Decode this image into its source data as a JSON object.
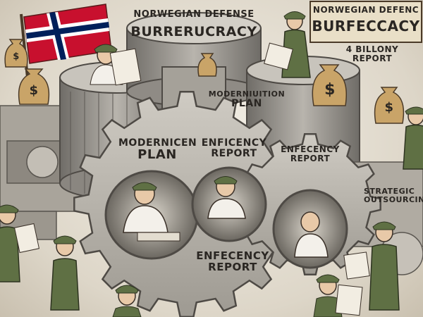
{
  "labels": {
    "tower_banner_line1": "NORWEGIAN DEFENSE",
    "tower_banner_line2": "BURRERUCRACY",
    "sign_line1": "NORWEGIAN DEFENC",
    "sign_line2": "BURFECCACY",
    "billion_line1": "4 BILLONY",
    "billion_line2": "REPORT",
    "tower_plan_line1": "MODERNIUITION",
    "tower_plan_line2": "PLAN",
    "gear_left_line1": "MODERNICEN",
    "gear_left_line2": "PLAN",
    "gear_center_line1": "ENFICENCY",
    "gear_center_line2": "REPORT",
    "gear_right_line1": "ENFECENCY",
    "gear_right_line2": "REPORT",
    "gear_bottom_line1": "ENFECENCY",
    "gear_bottom_line2": "REPORT",
    "strategic_line1": "STRATEGIC",
    "strategic_line2": "OUTSOURCIN",
    "money_symbol": "$"
  },
  "colors": {
    "flag_red": "#c8102e",
    "flag_white": "#ffffff",
    "flag_blue": "#00205b",
    "uniform_green": "#5f7044",
    "money_bag": "#c9a468",
    "machine_gray": "#8f8c86",
    "paper": "#f2ede2"
  },
  "icons": [
    "norwegian-flag-icon",
    "money-bag-icon",
    "gear-icon",
    "soldier-icon",
    "report-document-icon"
  ]
}
